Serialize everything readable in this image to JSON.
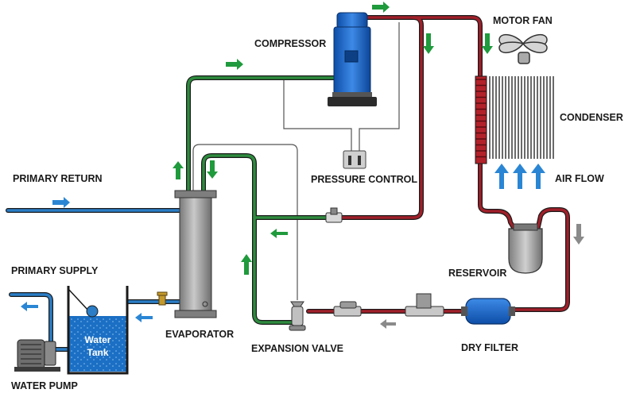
{
  "labels": {
    "compressor": "COMPRESSOR",
    "motor_fan": "MOTOR FAN",
    "condenser": "CONDENSER",
    "air_flow": "AIR FLOW",
    "primary_return": "PRIMARY RETURN",
    "pressure_control": "PRESSURE CONTROL",
    "primary_supply": "PRIMARY SUPPLY",
    "reservoir": "RESERVOIR",
    "evaporator": "EVAPORATOR",
    "expansion_valve": "EXPANSION VALVE",
    "dry_filter": "DRY FILTER",
    "water_pump": "WATER PUMP",
    "water_tank_line1": "Water",
    "water_tank_line2": "Tank"
  },
  "colors": {
    "hot_line": "#a0202a",
    "cold_line": "#2e8b3e",
    "water_line": "#2a7dc6",
    "arrow_green": "#1f9a3c",
    "arrow_blue": "#2a86d4",
    "arrow_gray": "#8a8a8a",
    "component_gray": "#9a9a9a",
    "compressor_blue": "#1f6fd0",
    "tank_water": "#1b6fc4"
  }
}
